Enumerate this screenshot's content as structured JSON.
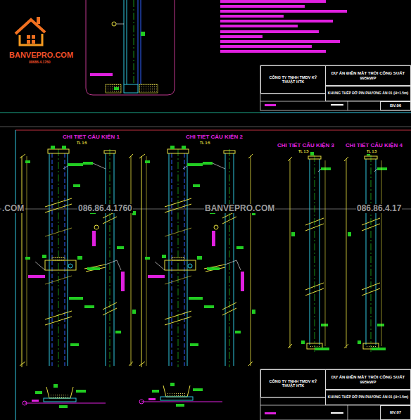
{
  "diagram": {
    "nodes": [
      {
        "text": [
          "CÔNG TY TNHH TMDV KỸ THUẬT HTK"
        ]
      },
      {
        "text": [
          "DỰ ÁN ĐIỆN MẶT TRỜI CÔNG SUẤT 995kWP"
        ]
      },
      {
        "text": [
          "KHUNG THÉP ĐỠ PIN PHƯƠNG ÁN 01 (H=1.5m)"
        ]
      },
      {
        "text": [
          "BV.06"
        ]
      },
      {
        "text": [
          "CÔNG TY TNHH TMDV KỸ THUẬT HTK"
        ]
      },
      {
        "text": [
          "DỰ ÁN ĐIỆN MẶT TRỜI CÔNG SUẤT 995kWP"
        ]
      },
      {
        "text": [
          "KHUNG THÉP ĐỠ PIN PHƯƠNG ÁN 01 (H=1.5m)"
        ]
      },
      {
        "text": [
          "BV.07"
        ]
      }
    ],
    "edges": [],
    "labels": [
      "BANVEPRO.COM",
      "08686.4.1760",
      "CHI TIẾT CẤU KIỆN 1",
      "TL 1:5",
      "CHI TIẾT CẤU KIỆN 2",
      "TL 1:5",
      "CHI TIẾT CẤU KIỆN 3",
      "TL 1:5",
      "CHI TIẾT CẤU KIỆN 4",
      "TL 1:5",
      ".COM",
      "086.86.4.1760",
      "BANVEPRO.COM",
      "086.86.4.17"
    ]
  }
}
